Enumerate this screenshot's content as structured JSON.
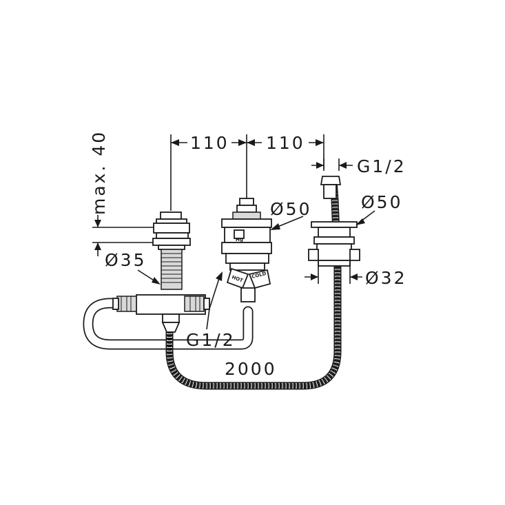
{
  "dimensions": {
    "spacing_left": "110",
    "spacing_right": "110",
    "thread_top": "G1/2",
    "diameter_center": "Ø50",
    "diameter_right": "Ø50",
    "diameter_right_base": "Ø32",
    "diameter_left": "Ø35",
    "thread_bottom": "G1/2",
    "hose_length": "2000",
    "max_height": "max. 40"
  },
  "valve_labels": {
    "badge": "Hg",
    "hot": "HOT",
    "cold": "COLD"
  }
}
